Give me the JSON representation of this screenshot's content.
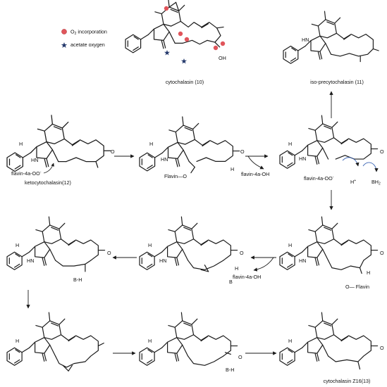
{
  "legend": {
    "o2_label": "O",
    "o2_subscript": "2",
    "o2_suffix": " incorporation",
    "acetate_label": "acetate oxygen",
    "o2_color": "#e0555b",
    "acetate_color": "#23386b"
  },
  "compounds": {
    "c10": "cytochalasin (10)",
    "c11": "iso-precytochalasin (11)",
    "c12": "ketocytochalasin(12)",
    "c13": "cytochalasin Z16(13)"
  },
  "reagents": {
    "flavin_oo_1": "flavin-4a-OO",
    "flavin_oo_2": "Flavin",
    "flavin_oh_1": "flavin-4a-OH",
    "flavin_oo_3": "flavin-4a-OO",
    "flavin_oh_2": "flavin-4a-OH",
    "flavin_4": "Flavin",
    "bh_1": "B-H",
    "bh_2": "B-H",
    "b_base": "B",
    "h_plus": "H",
    "bh2": "BH"
  },
  "atoms": {
    "hn": "HN",
    "h": "H",
    "o": "O",
    "oh": "OH"
  }
}
